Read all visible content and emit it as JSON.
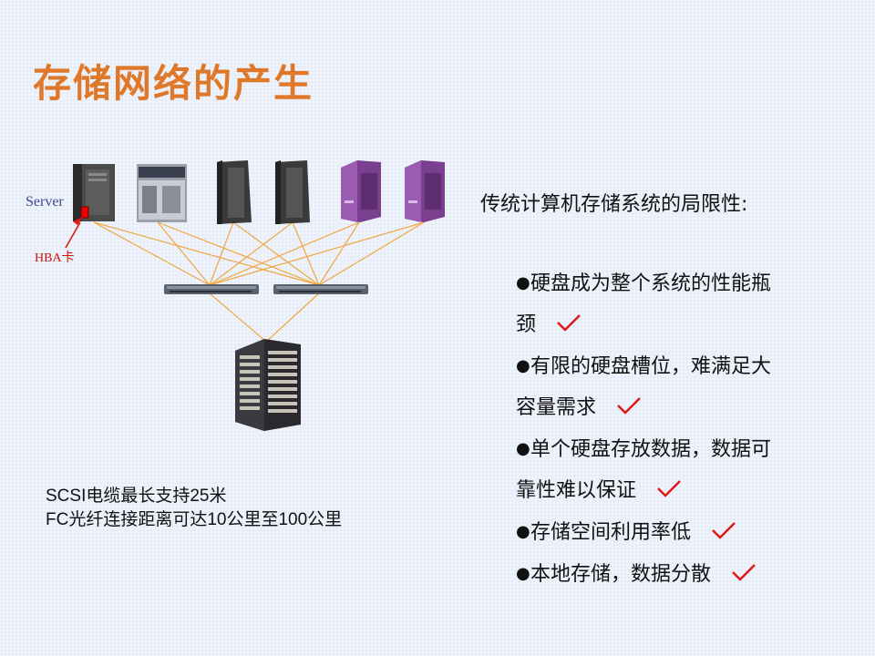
{
  "slide": {
    "title": "存储网络的产生",
    "server_label": "Server",
    "hba_label": "HBA卡",
    "notes": [
      "SCSI电缆最长支持25米",
      "FC光纤连接距离可达10公里至100公里"
    ],
    "heading": "传统计算机存储系统的局限性:",
    "bullets": [
      {
        "text_line1": "硬盘成为整个系统的性能瓶",
        "text_line2": "颈"
      },
      {
        "text_line1": "有限的硬盘槽位，难满足大",
        "text_line2": "容量需求"
      },
      {
        "text_line1": "单个硬盘存放数据，数据可",
        "text_line2": "靠性难以保证"
      },
      {
        "text_line1": "存储空间利用率低",
        "text_line2": ""
      },
      {
        "text_line1": "本地存储，数据分散",
        "text_line2": ""
      }
    ]
  },
  "colors": {
    "title": "#e0782a",
    "link_lines": "#f2a640",
    "check": "#e01818",
    "server_purple": "#7a3f8e",
    "server_dark": "#3a3a3a"
  },
  "icons": {
    "bullet": "●",
    "check": "check-icon"
  }
}
